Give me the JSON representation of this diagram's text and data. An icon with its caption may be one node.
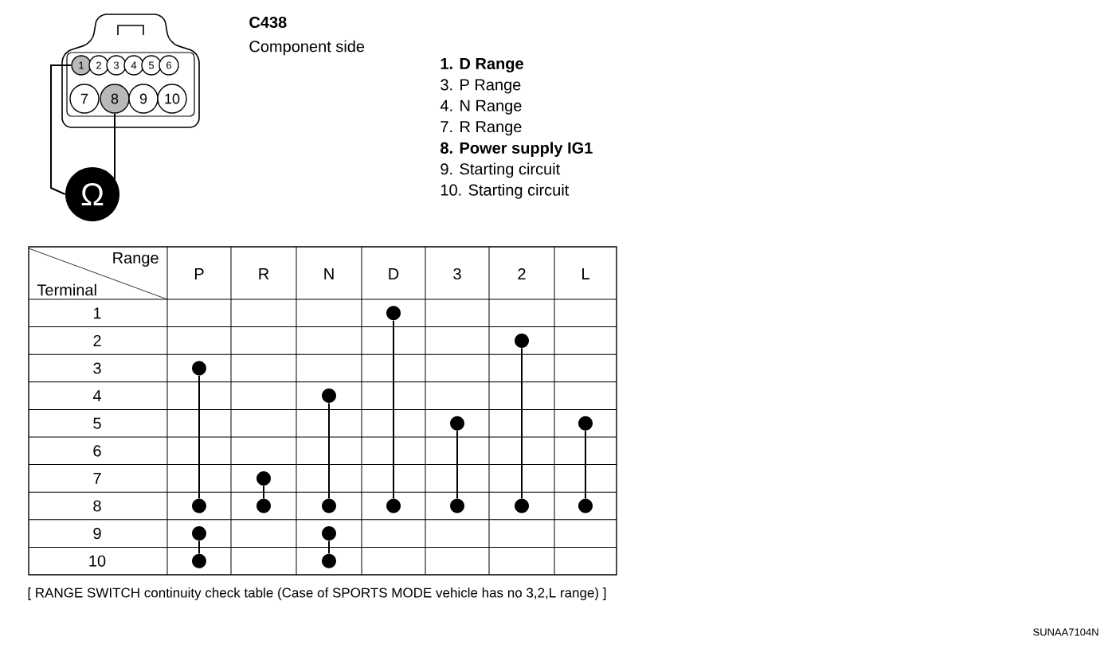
{
  "diagram": {
    "caption": "[ RANGE SWITCH continuity check table (Case of SPORTS MODE vehicle has no 3,2,L range) ]",
    "nodes": [
      {
        "text": [
          "1"
        ]
      },
      {
        "text": [
          "2"
        ]
      },
      {
        "text": [
          "3"
        ]
      },
      {
        "text": [
          "4"
        ]
      },
      {
        "text": [
          "5"
        ]
      },
      {
        "text": [
          "6"
        ]
      },
      {
        "text": [
          "7"
        ]
      },
      {
        "text": [
          "8"
        ]
      },
      {
        "text": [
          "9"
        ]
      },
      {
        "text": [
          "10"
        ]
      },
      {
        "text": [
          "Ω"
        ]
      },
      {
        "text": [],
        "shape": "circle"
      },
      {
        "text": [],
        "shape": "circle"
      },
      {
        "text": [],
        "shape": "circle"
      },
      {
        "text": [],
        "shape": "circle"
      },
      {
        "text": [],
        "shape": "circle"
      },
      {
        "text": [],
        "shape": "circle"
      },
      {
        "text": [],
        "shape": "circle"
      },
      {
        "text": [],
        "shape": "circle"
      },
      {
        "text": [],
        "shape": "circle"
      },
      {
        "text": [],
        "shape": "circle"
      },
      {
        "text": [],
        "shape": "circle"
      },
      {
        "text": [],
        "shape": "circle"
      },
      {
        "text": [],
        "shape": "circle"
      },
      {
        "text": [],
        "shape": "circle"
      },
      {
        "text": [],
        "shape": "circle"
      },
      {
        "text": [],
        "shape": "circle"
      },
      {
        "text": [],
        "shape": "circle"
      },
      {
        "text": [],
        "shape": "circle"
      }
    ],
    "edges": [
      {
        "from": 0,
        "to": 10,
        "arrow": "none"
      },
      {
        "from": 7,
        "to": 10,
        "arrow": "none"
      },
      {
        "from": 11,
        "to": 12,
        "arrow": "none"
      },
      {
        "from": 13,
        "to": 14,
        "arrow": "none"
      },
      {
        "from": 15,
        "to": 16,
        "arrow": "none"
      },
      {
        "from": 17,
        "to": 18,
        "arrow": "none"
      },
      {
        "from": 19,
        "to": 20,
        "arrow": "none"
      },
      {
        "from": 21,
        "to": 22,
        "arrow": "none"
      },
      {
        "from": 23,
        "to": 24,
        "arrow": "none"
      },
      {
        "from": 25,
        "to": 26,
        "arrow": "none"
      },
      {
        "from": 27,
        "to": 28,
        "arrow": "none"
      }
    ],
    "labels": [
      "C438",
      "Component side",
      "1. D Range",
      "3. P Range",
      "4. N Range",
      "7. R Range",
      "8. Power supply IG1",
      "9. Starting circuit",
      "10. Starting circuit",
      "Range",
      "Terminal",
      "P",
      "R",
      "N",
      "D",
      "3",
      "2",
      "L",
      "1",
      "2",
      "3",
      "4",
      "5",
      "6",
      "7",
      "8",
      "9",
      "10",
      "SUNAA7104N"
    ]
  }
}
